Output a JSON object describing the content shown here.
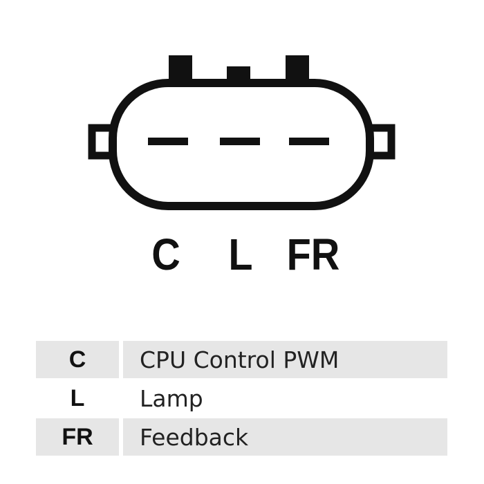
{
  "pins": [
    {
      "code": "C"
    },
    {
      "code": "L"
    },
    {
      "code": "FR"
    }
  ],
  "legend": [
    {
      "code": "C",
      "description": "CPU Control PWM",
      "shaded": true
    },
    {
      "code": "L",
      "description": "Lamp",
      "shaded": false
    },
    {
      "code": "FR",
      "description": "Feedback",
      "shaded": true
    }
  ],
  "colors": {
    "outline": "#111111",
    "row_shade": "#e6e6e6",
    "background": "#ffffff"
  }
}
